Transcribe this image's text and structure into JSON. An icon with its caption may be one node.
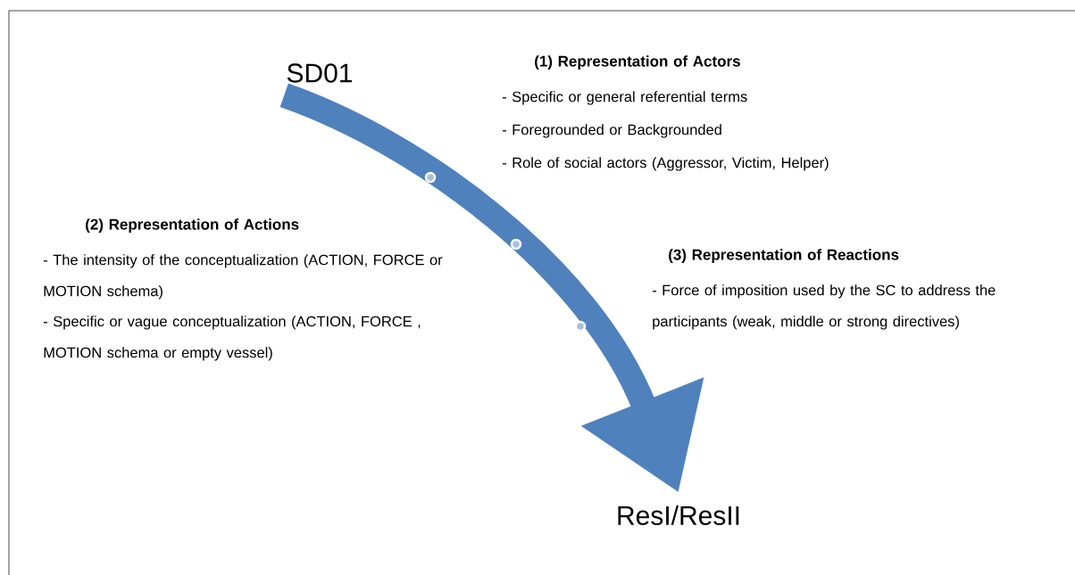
{
  "diagram": {
    "nodes": [
      {
        "text": [
          "SD01"
        ]
      },
      {
        "text": [
          "ResI/ResII"
        ]
      }
    ],
    "edges": [
      {
        "from": 0,
        "to": 1,
        "arrow": "to"
      }
    ],
    "labels": [
      "(1) Representation of Actors",
      "- Specific or general referential terms",
      "- Foregrounded or Backgrounded",
      "- Role of social actors (Aggressor, Victim, Helper)",
      "(2) Representation of Actions",
      "- The intensity of the conceptualization (ACTION, FORCE or MOTION schema)",
      "- Specific or vague conceptualization (ACTION, FORCE , MOTION schema or empty vessel)",
      "(3) Representation of Reactions",
      "- Force of imposition used by the SC to address the participants (weak, middle or strong directives)"
    ]
  }
}
